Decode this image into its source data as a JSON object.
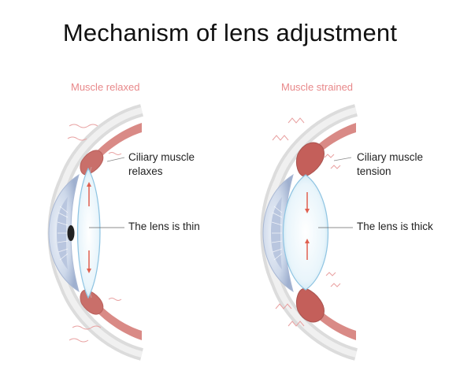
{
  "title": "Mechanism of lens adjustment",
  "panels": [
    {
      "heading": "Muscle relaxed",
      "muscle_label_line1": "Ciliary muscle",
      "muscle_label_line2": "relaxes",
      "lens_label": "The lens is thin"
    },
    {
      "heading": "Muscle strained",
      "muscle_label_line1": "Ciliary muscle",
      "muscle_label_line2": "tension",
      "lens_label": "The lens is thick"
    }
  ],
  "colors": {
    "muscle": "#d98a86",
    "muscle_dark": "#b8605c",
    "sclera": "#e6e6e6",
    "cornea": "#c7d4e8",
    "iris": "#8fa3c9",
    "lens": "#eaf6fc",
    "lens_edge": "#9ccbe6",
    "arrow": "#e06050",
    "heading": "#e8888a"
  }
}
